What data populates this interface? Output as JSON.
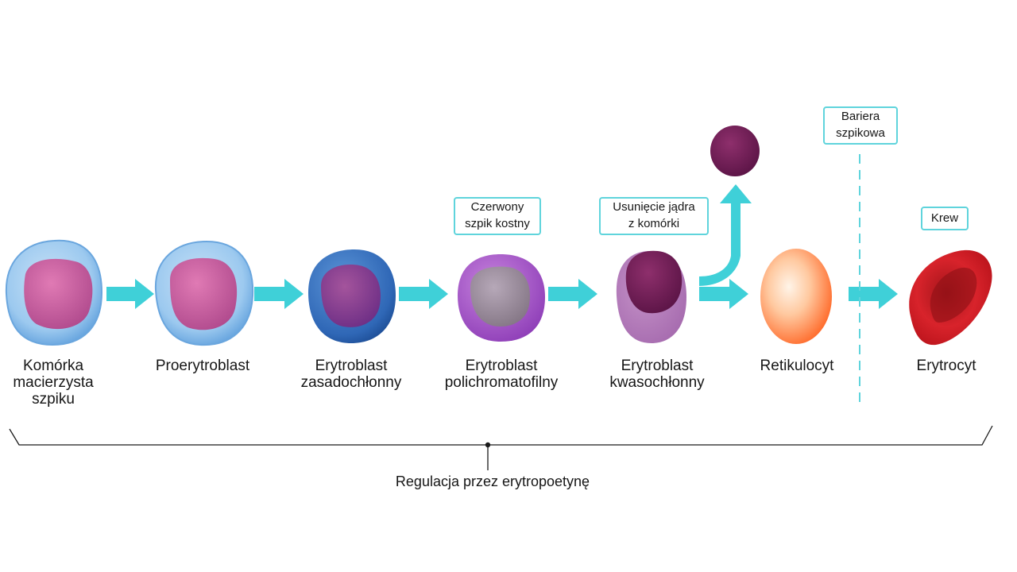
{
  "stages": [
    {
      "label": "Komórka\nmacierzysta\nszpiku"
    },
    {
      "label": "Proerytroblast"
    },
    {
      "label": "Erytroblast\nzasadochłonny"
    },
    {
      "label": "Erytroblast\npolichromatofilny"
    },
    {
      "label": "Erytroblast\nkwasochłonny"
    },
    {
      "label": "Retikulocyt"
    },
    {
      "label": "Erytrocyt"
    }
  ],
  "callouts": {
    "bone_marrow": "Czerwony\nszpik kostny",
    "nucleus_removal": "Usunięcie jądra\nz komórki",
    "marrow_barrier": "Bariera\nszpikowa",
    "blood": "Krew"
  },
  "regulation": "Regulacja przez erytropoetynę",
  "colors": {
    "arrow": "#3fd0d8",
    "callout_border": "#5fd4dc",
    "stem_cell": "#8fc0ea",
    "basophilic": "#3b76c4",
    "polychromatic": "#a45ac8",
    "nucleus": "#6e1d52",
    "reticulocyte": "#ff7a3a",
    "erythrocyte": "#c8161e"
  }
}
